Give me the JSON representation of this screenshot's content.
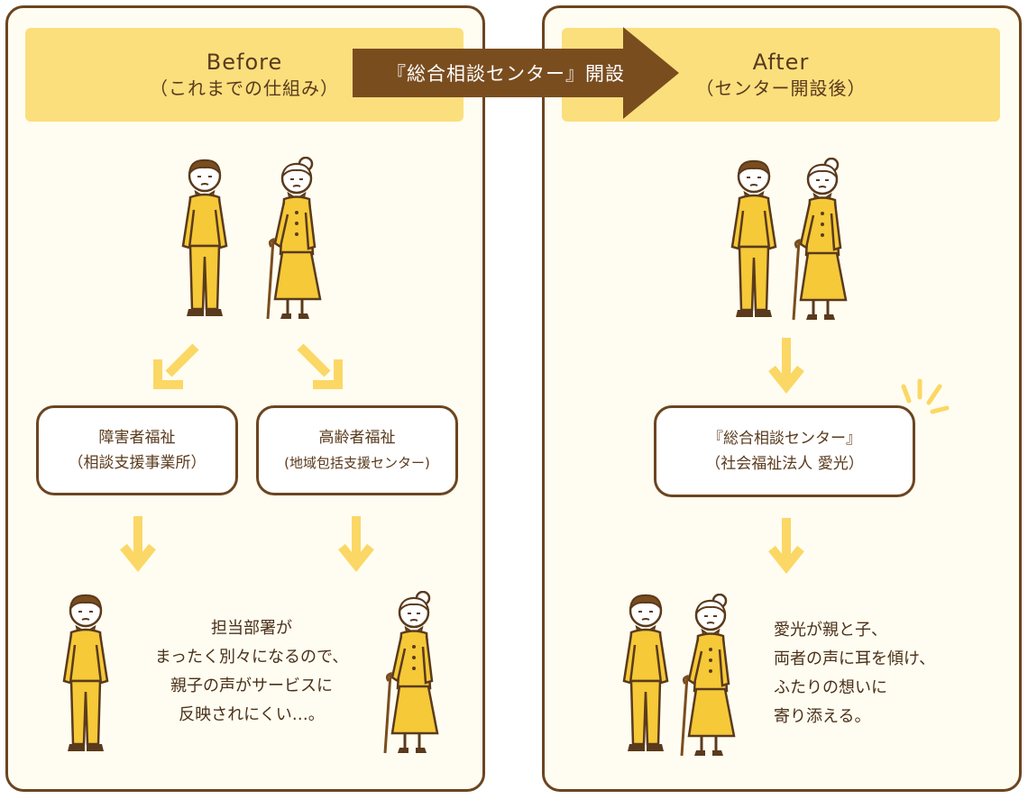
{
  "before": {
    "title": "Before",
    "subtitle": "（これまでの仕組み）",
    "box_left": {
      "line1": "障害者福祉",
      "line2": "（相談支援事業所）"
    },
    "box_right": {
      "line1": "高齢者福祉",
      "line2": "(地域包括支援センター)"
    },
    "caption": [
      "担当部署が",
      "まったく別々になるので、",
      "親子の声がサービスに",
      "反映されにくい…。"
    ]
  },
  "banner": {
    "label": "『総合相談センター』開設"
  },
  "after": {
    "title": "After",
    "subtitle": "（センター開設後）",
    "box": {
      "line1": "『総合相談センター』",
      "line2": "（社会福祉法人 愛光）"
    },
    "caption": [
      "愛光が親と子、",
      "両者の声に耳を傾け、",
      "ふたりの想いに",
      "寄り添える。"
    ]
  },
  "colors": {
    "panel_border": "#6b4520",
    "panel_bg": "#fffdf1",
    "header_bg": "#fbdf7d",
    "banner_bg": "#7a4d1f",
    "arrow": "#fbd765",
    "figure_fill": "#f5c938",
    "figure_line": "#5a3a1c"
  }
}
